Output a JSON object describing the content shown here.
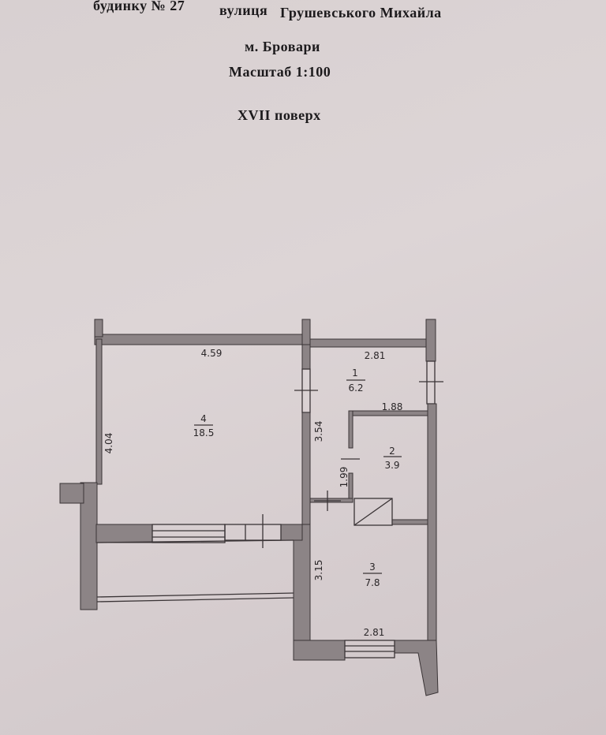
{
  "header": {
    "line1": {
      "building": "будинку № 27",
      "street_label": "вулиця",
      "street": "Грушевського Михайла"
    },
    "city": "м. Бровари",
    "scale": "Масштаб 1:100",
    "floor": "XVII поверх"
  },
  "plan": {
    "rooms": [
      {
        "number": "1",
        "area": "6.2"
      },
      {
        "number": "2",
        "area": "3.9"
      },
      {
        "number": "3",
        "area": "7.8"
      },
      {
        "number": "4",
        "area": "18.5"
      }
    ],
    "dimensions": {
      "room4_width": "4.59",
      "room4_height": "4.04",
      "room1_width": "2.81",
      "room1_height": "3.54",
      "room2_width": "1.88",
      "room2_height": "1.99",
      "room3_width": "2.81",
      "room3_height": "3.15"
    }
  }
}
